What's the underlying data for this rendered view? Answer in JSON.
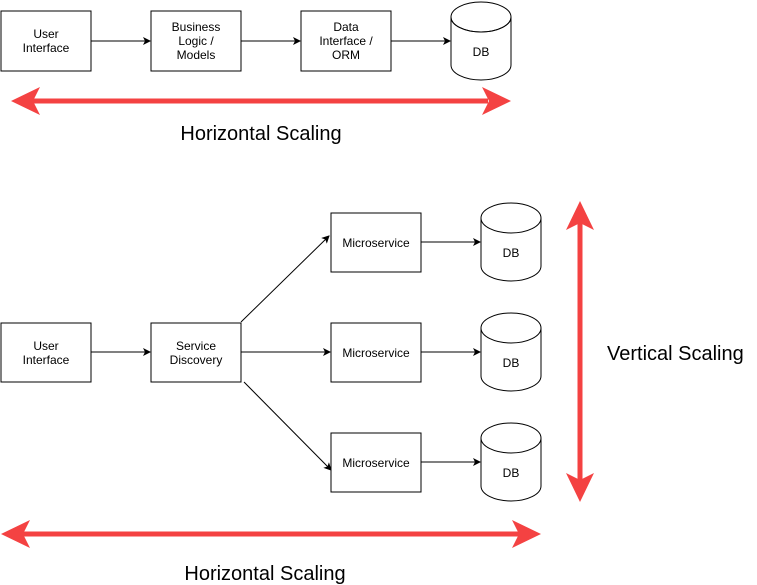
{
  "colors": {
    "stroke": "#000000",
    "box_fill": "#ffffff",
    "scaling_arrow": "#f44242"
  },
  "top_flow": {
    "user_interface": [
      "User",
      "Interface"
    ],
    "business_logic": [
      "Business",
      "Logic /",
      "Models"
    ],
    "data_interface": [
      "Data",
      "Interface /",
      "ORM"
    ],
    "db": "DB"
  },
  "top_scaling_label": "Horizontal Scaling",
  "bottom_flow": {
    "user_interface": [
      "User",
      "Interface"
    ],
    "service_discovery": [
      "Service",
      "Discovery"
    ],
    "microservices": [
      "Microservice",
      "Microservice",
      "Microservice"
    ],
    "dbs": [
      "DB",
      "DB",
      "DB"
    ]
  },
  "vertical_scaling_label": "Vertical Scaling",
  "bottom_scaling_label": "Horizontal Scaling"
}
